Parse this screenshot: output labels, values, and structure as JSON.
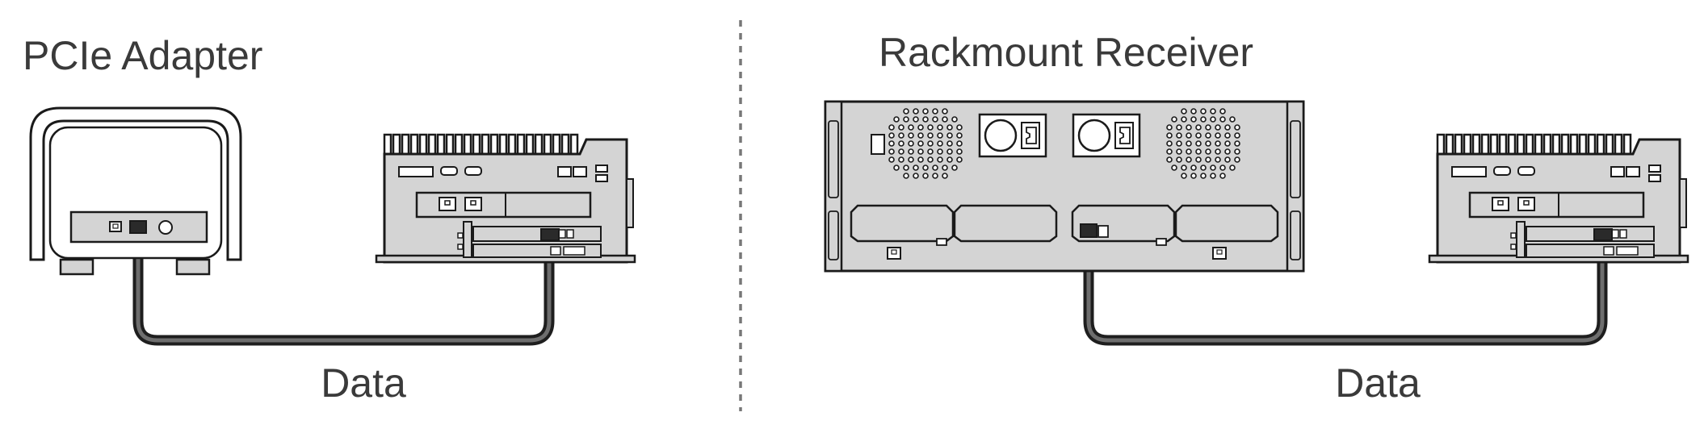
{
  "left_panel": {
    "title": "PCIe Adapter",
    "caption": "Data"
  },
  "right_panel": {
    "title": "Rackmount Receiver",
    "caption": "Data"
  },
  "colors": {
    "device_fill": "#d4d4d4",
    "outline": "#1a1a1a",
    "cable_outer": "#1e1e1e",
    "cable_inner": "#6e6e6e",
    "divider": "#777777",
    "text": "#3a3a3a"
  }
}
